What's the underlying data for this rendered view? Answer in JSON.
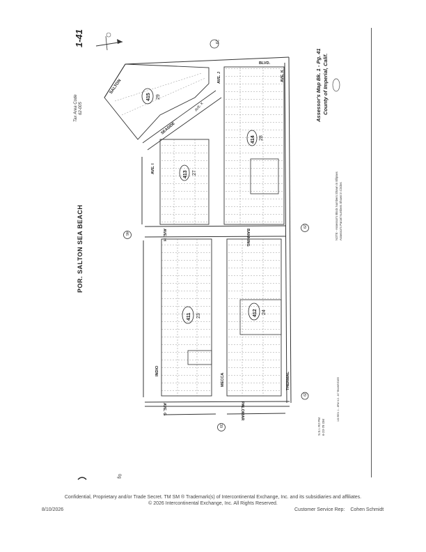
{
  "map": {
    "header_code": "1-41",
    "subdivision_title": "POR. SALTON SEA BEACH",
    "tax_area": [
      "Tax Area Code",
      "62-005"
    ],
    "book_title": "Assessor's Map Bk. 1 - Pg. 41",
    "county": "County of Imperial, Calif.",
    "note_lines": [
      "NOTE - Assessor's Block Numbers Shown in Ellipses",
      "Assessor's Parcel Numbers Shown in Circles"
    ],
    "recorded": [
      "S.S.I. R2 PM",
      "6-23-78 OM"
    ],
    "pcu": "100 REV. 1 - 8PM V.2 - 8/7 RN/WRITATE",
    "page_mark_bottom": "0g",
    "circled_numbers": [
      "29",
      "46",
      "29",
      "39"
    ],
    "streets": {
      "salton": "SALTON",
      "seaside": "SEASIDE",
      "blvd": "BLVD.",
      "ave_k": "AVE. K",
      "ave_j": "AVE. J",
      "ave_i": "AVE. I",
      "ave_h": "AVE. H",
      "ave_g": "AVE. G",
      "banning": "BANNING",
      "indio": "INDIO",
      "mecca": "MECCA",
      "palomar": "PALOMAR",
      "thermal": "THERMAL"
    },
    "blocks": [
      {
        "number": "415",
        "sub": "29"
      },
      {
        "number": "413",
        "sub": "27"
      },
      {
        "number": "414",
        "sub": "28"
      },
      {
        "number": "411",
        "sub": "23"
      },
      {
        "number": "412",
        "sub": "24"
      }
    ]
  },
  "footer": {
    "line1": "Confidential, Proprietary and/or Trade Secret.  TM SM ® Trademark(s) of Intercontinental Exchange, Inc. and its subsidiaries and affiliates.",
    "line2": "© 2026 Intercontinental Exchange, Inc. All Rights Reserved.",
    "date": "8/10/2026",
    "rep_label": "Customer Service Rep:",
    "rep_name": "Cohen Schmidt"
  }
}
